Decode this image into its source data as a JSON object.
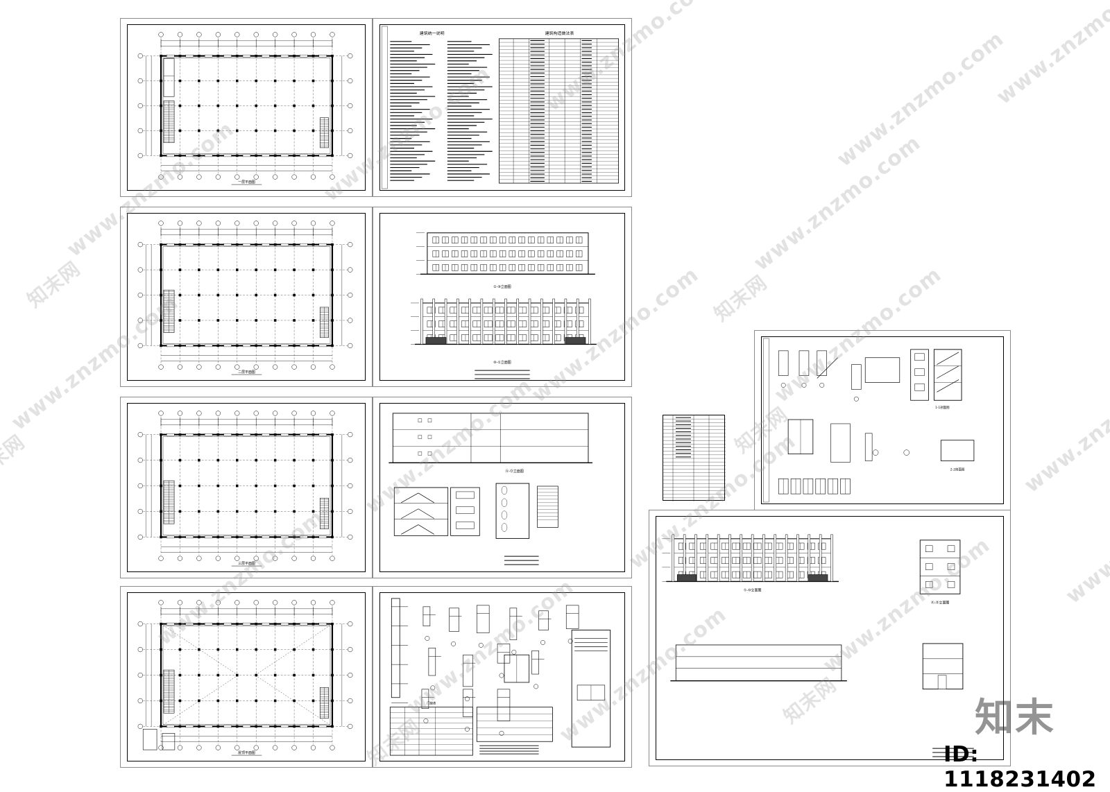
{
  "sheets": [
    {
      "key": "s1",
      "kind": "plan-stair",
      "title": "一层平面图"
    },
    {
      "key": "s2",
      "kind": "notes",
      "title": "建筑统一说明",
      "title2": "建筑构造做法表"
    },
    {
      "key": "s3",
      "kind": "plan-bare",
      "title": "二层平面图"
    },
    {
      "key": "s4",
      "kind": "elevations",
      "title": "①-⑩立面图",
      "title2": "⑩-①立面图"
    },
    {
      "key": "s5",
      "kind": "plan-bare",
      "title": "三层平面图"
    },
    {
      "key": "s6",
      "kind": "sections",
      "title": "Ⓐ-Ⓓ立面图"
    },
    {
      "key": "s7",
      "kind": "plan-roof",
      "title": "屋顶平面图"
    },
    {
      "key": "s8",
      "kind": "details",
      "title": "门窗表"
    },
    {
      "key": "s9",
      "kind": "stair-detail",
      "title": "1-1剖面图",
      "title2": "2-2剖面图"
    },
    {
      "key": "s10",
      "kind": "elev-large",
      "title": "①-⑩立面图",
      "title2": "Ⓐ-Ⓓ立面图"
    }
  ],
  "watermark": {
    "url": "www.znzmo.com",
    "cn": "知末网"
  },
  "brand": "知末",
  "id_label": "ID: 1118231402"
}
